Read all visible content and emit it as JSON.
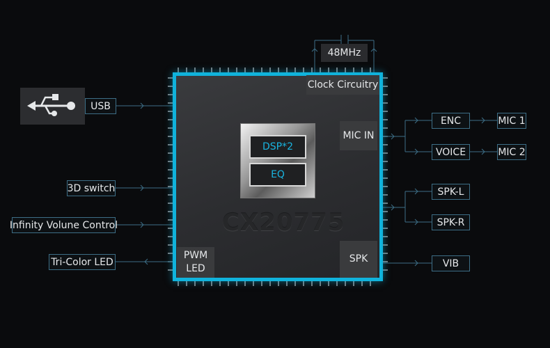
{
  "chip": {
    "name": "CX20775",
    "dsp_label": "DSP*2",
    "eq_label": "EQ",
    "clock_label": "Clock Circuitry",
    "mic_in_label": "MIC IN",
    "pwm_label_line1": "PWM",
    "pwm_label_line2": "LED",
    "spk_label": "SPK"
  },
  "crystal": {
    "label": "48MHz"
  },
  "inputs": {
    "usb": "USB",
    "switch_3d": "3D switch",
    "volume": "Infinity Volune Control",
    "led": "Tri-Color LED"
  },
  "outputs": {
    "enc": "ENC",
    "voice": "VOICE",
    "mic1": "MIC 1",
    "mic2": "MIC 2",
    "spk_l": "SPK-L",
    "spk_r": "SPK-R",
    "vib": "VIB"
  },
  "icons": {
    "usb": "usb-trident-icon"
  },
  "colors": {
    "chip_border": "#10b3dc",
    "wire": "#3d6e86",
    "accent_text": "#19b4e0"
  }
}
